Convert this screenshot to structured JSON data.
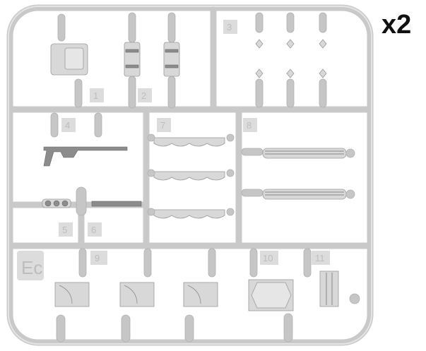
{
  "sprue": {
    "letter_code": "Ec",
    "quantity_label": "x2",
    "part_numbers": [
      "1",
      "2",
      "3",
      "4",
      "5",
      "6",
      "7",
      "8",
      "9",
      "10",
      "11"
    ]
  },
  "colors": {
    "plastic": "#c9c9c9",
    "background": "#ffffff",
    "text": "#111111"
  }
}
